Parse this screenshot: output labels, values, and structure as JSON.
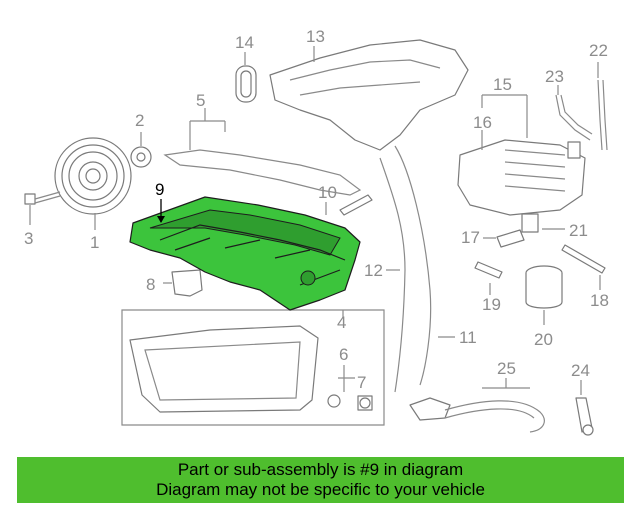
{
  "diagram": {
    "callouts": [
      "1",
      "2",
      "3",
      "4",
      "5",
      "6",
      "7",
      "8",
      "9",
      "10",
      "11",
      "12",
      "13",
      "14",
      "15",
      "16",
      "17",
      "18",
      "19",
      "20",
      "21",
      "22",
      "23",
      "24",
      "25"
    ],
    "highlighted_callout": "9",
    "highlight_color": "#3cc43c"
  },
  "banner": {
    "line1": "Part or sub-assembly is #9 in diagram",
    "line2": "Diagram may not be specific to your vehicle",
    "background": "#4fbe2e"
  }
}
